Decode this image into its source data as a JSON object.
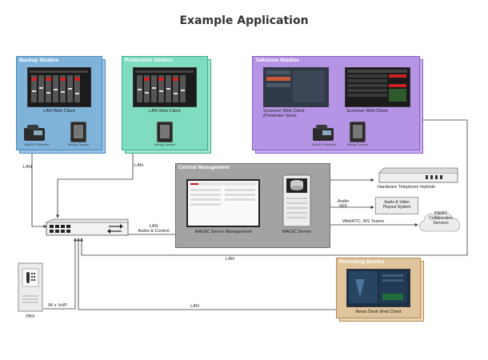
{
  "title": "Example Application",
  "panels": {
    "backup": {
      "title": "Backup Studios",
      "lan_client": "LAN Web Client",
      "phoneset": "MAGIC PhoneSet",
      "console": "Mixing Console",
      "color": "#7fb3da",
      "border": "#4a8bc2"
    },
    "production": {
      "title": "Production Studios",
      "lan_client": "LAN Web Client",
      "phoneset": "MAGIC PhoneSet",
      "console": "Mixing Console",
      "color": "#7fdcc0",
      "border": "#3fae8e"
    },
    "talkshow": {
      "title": "Talkshow Studios",
      "screener_presenter": "Screener Web Client\n(Presenter View)",
      "screener": "Screener Web Client",
      "phoneset": "MAGIC PhoneSet",
      "console": "Mixing Console",
      "color": "#b594e6",
      "border": "#8563c4"
    },
    "central": {
      "title": "Central Management",
      "server_mgmt": "MAGIC Server Management",
      "server": "MAGIC Server",
      "color": "#a3a3a3",
      "border": "#6e6e6e"
    },
    "recording": {
      "title": "Recording Booths",
      "news_desk": "News Desk Web Client",
      "color": "#e0c49b",
      "border": "#b38c57"
    }
  },
  "devices": {
    "hybrids": "Hardware Telephone Hybrids",
    "playout": "Audio & Video\nPlayout System",
    "cloud": "MAGIC\nCollaboration\nServices",
    "pbx": "PBX"
  },
  "links": {
    "lan_backup": "LAN",
    "lan_production": "LAN",
    "lan_central": "LAN\nAudio & Control",
    "audio_ndi": "Audio\nNDI",
    "webrtc": "WebRTC, MS Teams",
    "lan_talkshow": "LAN",
    "voip": "96 x VoIP",
    "lan_recording": "LAN"
  },
  "colors": {
    "line": "#333333",
    "title": "#333333"
  }
}
